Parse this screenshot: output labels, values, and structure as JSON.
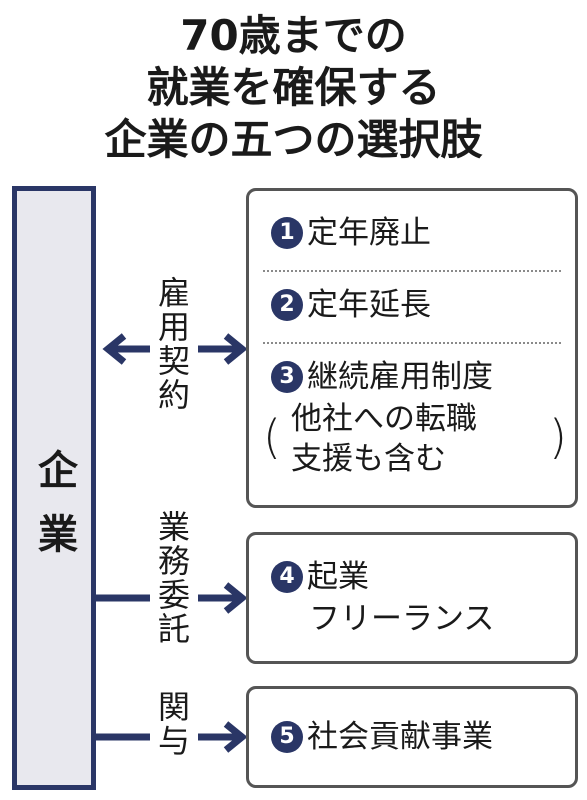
{
  "title": {
    "line1": "70歳までの",
    "line2": "就業を確保する",
    "line3": "企業の五つの選択肢"
  },
  "company_label": "企業",
  "relations": {
    "employment": "雇用契約",
    "outsourcing": "業務委託",
    "involvement": "関与"
  },
  "options": {
    "opt1": {
      "number": "1",
      "label": "定年廃止"
    },
    "opt2": {
      "number": "2",
      "label": "定年延長"
    },
    "opt3": {
      "number": "3",
      "label": "継続雇用制度",
      "note_line1": "他社への転職",
      "note_line2": "支援も含む"
    },
    "opt4": {
      "number": "4",
      "label_line1": "起業",
      "label_line2": "フリーランス"
    },
    "opt5": {
      "number": "5",
      "label": "社会貢献事業"
    }
  },
  "colors": {
    "navy": "#2a3666",
    "company_fill": "#e8e8ee",
    "box_border": "#555555"
  },
  "icons": {
    "arrow_left": "arrow-left-icon",
    "arrow_right": "arrow-right-icon",
    "number_badge": "circled-number"
  }
}
